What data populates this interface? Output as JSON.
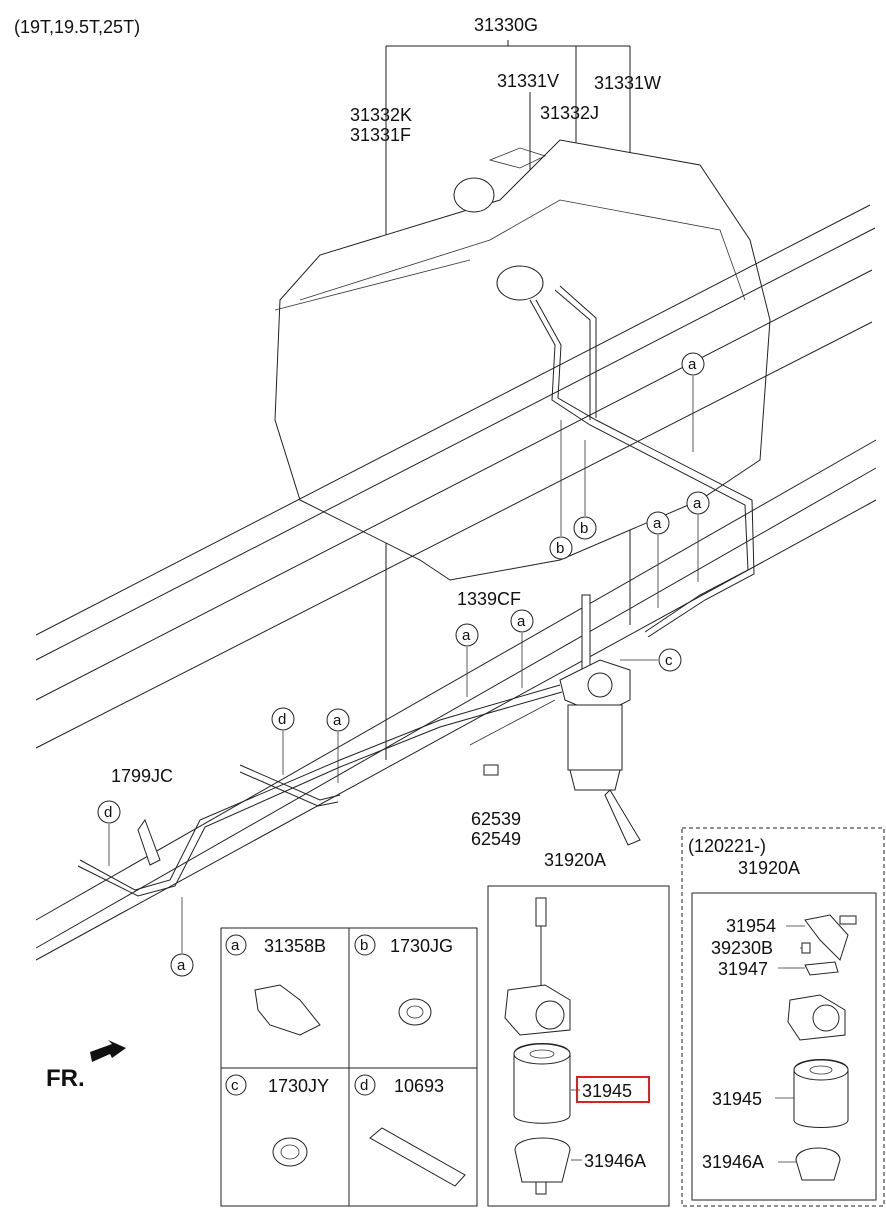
{
  "header": {
    "models": "(19T,19.5T,25T)"
  },
  "callouts": {
    "assy": "31330G",
    "v": "31331V",
    "w": "31331W",
    "k": "31332K",
    "f": "31331F",
    "j": "31332J",
    "cf": "1339CF",
    "jc": "1799JC",
    "b1": "62539",
    "b2": "62549",
    "filter_assy_left": "31920A",
    "filter_assy_right": "31920A",
    "date_range": "(120221-)"
  },
  "circle_tags": {
    "a": "a",
    "b": "b",
    "c": "c",
    "d": "d"
  },
  "legend": {
    "a": {
      "tag": "a",
      "part": "31358B"
    },
    "b": {
      "tag": "b",
      "part": "1730JG"
    },
    "c": {
      "tag": "c",
      "part": "1730JY"
    },
    "d": {
      "tag": "d",
      "part": "10693"
    }
  },
  "left_box": {
    "element": "31945",
    "bowl": "31946A"
  },
  "right_box": {
    "sensor": "31954",
    "plug": "39230B",
    "bracket": "31947",
    "element": "31945",
    "bowl": "31946A"
  },
  "direction": {
    "label": "FR."
  },
  "colors": {
    "highlight": "#e02020"
  }
}
